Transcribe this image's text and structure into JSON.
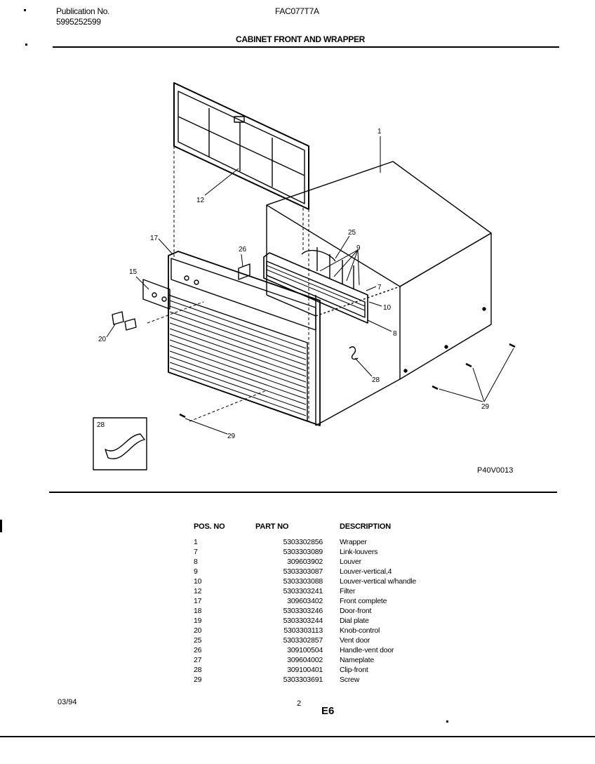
{
  "header": {
    "publication_label": "Publication No.",
    "publication_number": "5995252599",
    "model": "FAC077T7A",
    "section_title": "CABINET FRONT AND WRAPPER"
  },
  "diagram": {
    "drawing_code": "P40V0013",
    "callouts": [
      "1",
      "12",
      "25",
      "26",
      "9",
      "17",
      "7",
      "15",
      "10",
      "8",
      "20",
      "28",
      "29",
      "29",
      "28"
    ],
    "inset_label": "28"
  },
  "parts_table": {
    "headers": {
      "pos": "POS. NO",
      "part": "PART NO",
      "desc": "DESCRIPTION"
    },
    "rows": [
      {
        "pos": "1",
        "part": "5303302856",
        "desc": "Wrapper"
      },
      {
        "pos": "7",
        "part": "5303303089",
        "desc": "Link-louvers"
      },
      {
        "pos": "8",
        "part": "309603902",
        "desc": "Louver"
      },
      {
        "pos": "9",
        "part": "5303303087",
        "desc": "Louver-vertical,4"
      },
      {
        "pos": "10",
        "part": "5303303088",
        "desc": "Louver-vertical w/handle"
      },
      {
        "pos": "12",
        "part": "5303303241",
        "desc": "Filter"
      },
      {
        "pos": "17",
        "part": "309603402",
        "desc": "Front complete"
      },
      {
        "pos": "18",
        "part": "5303303246",
        "desc": "Door-front"
      },
      {
        "pos": "19",
        "part": "5303303244",
        "desc": "Dial plate"
      },
      {
        "pos": "20",
        "part": "5303303113",
        "desc": "Knob-control"
      },
      {
        "pos": "25",
        "part": "5303302857",
        "desc": "Vent door"
      },
      {
        "pos": "26",
        "part": "309100504",
        "desc": "Handle-vent door"
      },
      {
        "pos": "27",
        "part": "309604002",
        "desc": "Nameplate"
      },
      {
        "pos": "28",
        "part": "309100401",
        "desc": "Clip-front"
      },
      {
        "pos": "29",
        "part": "5303303691",
        "desc": "Screw"
      }
    ]
  },
  "footer": {
    "date": "03/94",
    "page": "2",
    "code": "E6"
  }
}
